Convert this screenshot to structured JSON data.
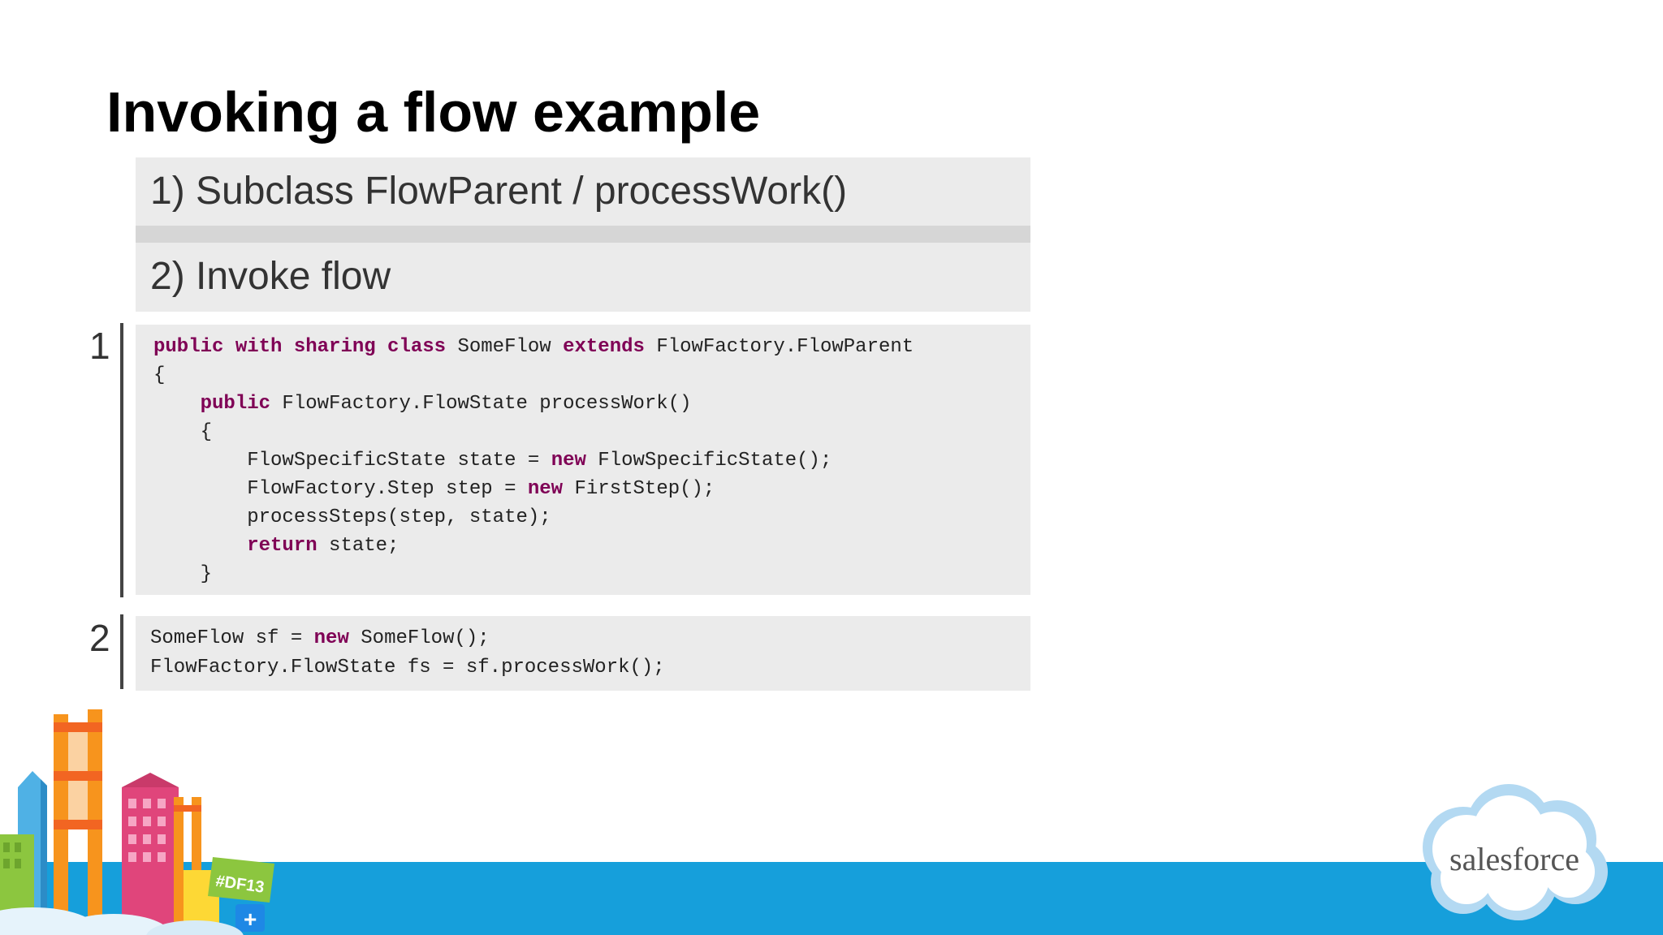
{
  "slide": {
    "title": "Invoking a flow example",
    "steps": [
      {
        "label": "1) Subclass FlowParent / processWork()"
      },
      {
        "label": "2) Invoke flow"
      }
    ],
    "markers": [
      "1",
      "2"
    ],
    "code1": [
      [
        {
          "t": "public with sharing class",
          "k": true
        },
        {
          "t": " SomeFlow "
        },
        {
          "t": "extends",
          "k": true
        },
        {
          "t": " FlowFactory.FlowParent"
        }
      ],
      [
        {
          "t": "{"
        }
      ],
      [
        {
          "t": "    "
        },
        {
          "t": "public",
          "k": true
        },
        {
          "t": " FlowFactory.FlowState processWork()"
        }
      ],
      [
        {
          "t": "    {"
        }
      ],
      [
        {
          "t": "        FlowSpecificState state = "
        },
        {
          "t": "new",
          "k": true
        },
        {
          "t": " FlowSpecificState();"
        }
      ],
      [
        {
          "t": "        FlowFactory.Step step = "
        },
        {
          "t": "new",
          "k": true
        },
        {
          "t": " FirstStep();"
        }
      ],
      [
        {
          "t": "        processSteps(step, state);"
        }
      ],
      [
        {
          "t": "        "
        },
        {
          "t": "return",
          "k": true
        },
        {
          "t": " state;"
        }
      ],
      [
        {
          "t": "    }"
        }
      ]
    ],
    "code2": [
      [
        {
          "t": "SomeFlow sf = "
        },
        {
          "t": "new",
          "k": true
        },
        {
          "t": " SomeFlow();"
        }
      ],
      [
        {
          "t": "FlowFactory.FlowState fs = sf.processWork();"
        }
      ]
    ]
  },
  "branding": {
    "logo_text": "salesforce",
    "badge_text": "#DF13",
    "badge_plus": "+",
    "band_color": "#169fdb",
    "keyword_color": "#7f0055"
  }
}
